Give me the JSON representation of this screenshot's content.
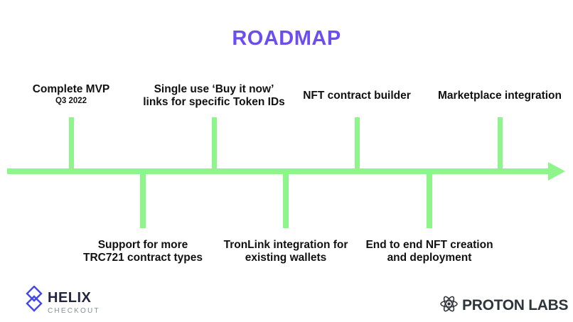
{
  "title": "ROADMAP",
  "colors": {
    "title_purple": "#6B4EF2",
    "timeline_green": "#8DF58A",
    "milestone_text": "#111111",
    "helix_indigo": "#4448E8",
    "helix_navy": "#23263F",
    "helix_gray": "#8A8E99",
    "proton_charcoal": "#2F363B"
  },
  "chart_data": {
    "type": "timeline",
    "title": "ROADMAP",
    "direction": "left-to-right",
    "milestones_above_line": [
      "Complete MVP (Q3 2022)",
      "Single use ‘Buy it now’ links for specific Token IDs",
      "NFT contract builder",
      "Marketplace integration"
    ],
    "milestones_below_line": [
      "Support for more TRC721 contract types",
      "TronLink integration for existing wallets",
      "End to end NFT creation and deployment"
    ]
  },
  "timeline": {
    "top_milestones": [
      {
        "lines": [
          "Complete MVP"
        ],
        "sublabel": "Q3 2022"
      },
      {
        "lines": [
          "Single use ‘Buy it now’",
          "links for specific Token IDs"
        ]
      },
      {
        "lines": [
          "NFT contract builder"
        ]
      },
      {
        "lines": [
          "Marketplace integration"
        ]
      }
    ],
    "bottom_milestones": [
      {
        "lines": [
          "Support for more",
          "TRC721 contract types"
        ]
      },
      {
        "lines": [
          "TronLink integration for",
          "existing wallets"
        ]
      },
      {
        "lines": [
          "End to end NFT creation",
          "and deployment"
        ]
      }
    ]
  },
  "footer": {
    "helix_logo": {
      "name": "HELIX",
      "subtitle": "CHECKOUT"
    },
    "proton_logo": {
      "name": "PROTON LABS"
    }
  }
}
